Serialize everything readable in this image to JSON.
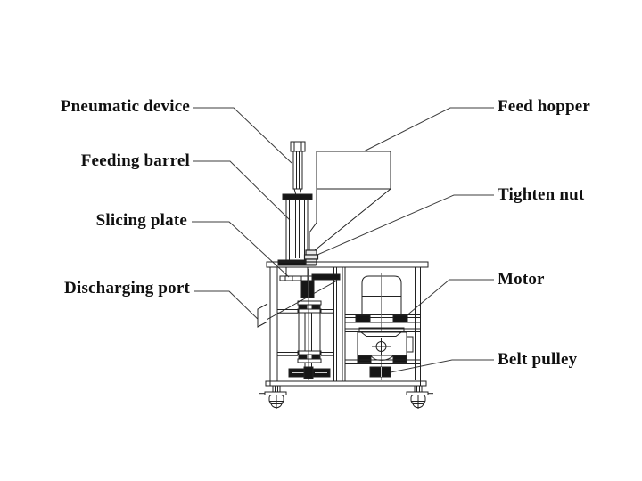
{
  "page": {
    "background": "#ffffff"
  },
  "diagram": {
    "kind": "technical-line-drawing",
    "line_color": "#222222",
    "fill_color": "#161616",
    "text_color": "#101010"
  },
  "labels": {
    "left": [
      {
        "id": "pneumatic-device",
        "text": "Pneumatic device"
      },
      {
        "id": "feeding-barrel",
        "text": "Feeding barrel"
      },
      {
        "id": "slicing-plate",
        "text": "Slicing plate"
      },
      {
        "id": "discharging-port",
        "text": "Discharging port"
      }
    ],
    "right": [
      {
        "id": "feed-hopper",
        "text": "Feed hopper"
      },
      {
        "id": "tighten-nut",
        "text": "Tighten nut"
      },
      {
        "id": "motor",
        "text": "Motor"
      },
      {
        "id": "belt-pulley",
        "text": "Belt pulley"
      }
    ]
  }
}
